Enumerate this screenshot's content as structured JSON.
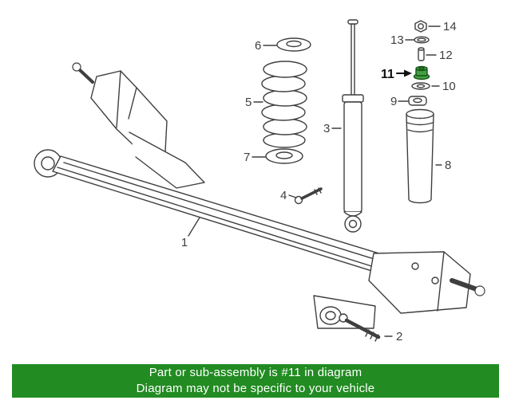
{
  "page": {
    "background": "#ffffff"
  },
  "diagram": {
    "description": "Rear suspension torsion-beam axle exploded parts diagram",
    "line_color": "#3f3f3f",
    "labels": [
      {
        "part": "1",
        "text": "1"
      },
      {
        "part": "2",
        "text": "2"
      },
      {
        "part": "3",
        "text": "3"
      },
      {
        "part": "4",
        "text": "4"
      },
      {
        "part": "5",
        "text": "5"
      },
      {
        "part": "6",
        "text": "6"
      },
      {
        "part": "7",
        "text": "7"
      },
      {
        "part": "8",
        "text": "8"
      },
      {
        "part": "9",
        "text": "9"
      },
      {
        "part": "10",
        "text": "10"
      },
      {
        "part": "11",
        "text": "11"
      },
      {
        "part": "12",
        "text": "12"
      },
      {
        "part": "13",
        "text": "13"
      },
      {
        "part": "14",
        "text": "14"
      }
    ],
    "highlighted_part": {
      "number": "11",
      "color": "#44a044",
      "label_color": "#111111"
    }
  },
  "banner": {
    "line1": "Part or sub-assembly is #11 in diagram",
    "line2": "Diagram may not be specific to your vehicle",
    "background": "#228B22",
    "text_color": "#ffffff"
  }
}
